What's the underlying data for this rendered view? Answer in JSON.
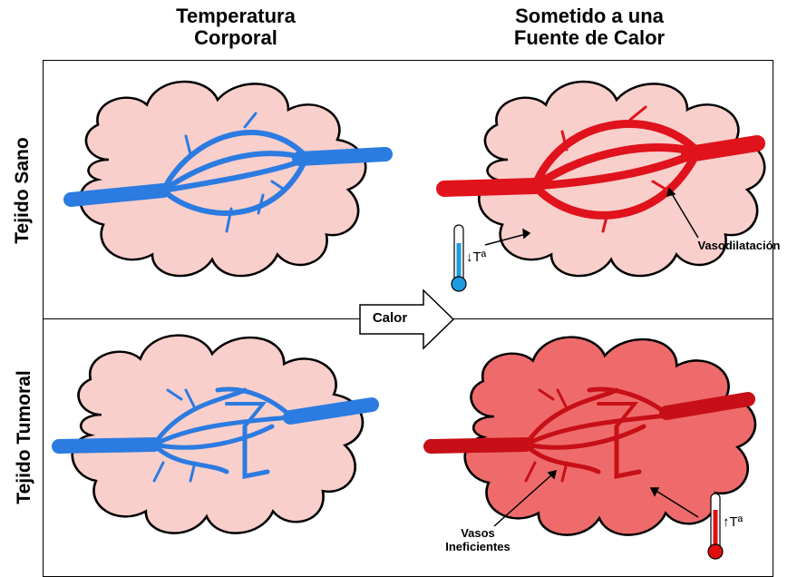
{
  "columns": {
    "left_title": "Temperatura\nCorporal",
    "right_title": "Sometido a una\nFuente de Calor"
  },
  "rows": {
    "top_title": "Tejido Sano",
    "bottom_title": "Tejido Tumoral"
  },
  "arrow_label": "Calor",
  "annotations": {
    "vasodilation": "Vasodilatación",
    "inefficient_vessels": "Vasos\nIneficientes",
    "temp_down": "↓Tª",
    "temp_up": "↑Tª"
  },
  "colors": {
    "tissue_light": "#f9cfcc",
    "tissue_tumor": "#ef6b6b",
    "vessel_blue": "#2b7be0",
    "vessel_red": "#e0121c",
    "vessel_red_dark": "#c70f17",
    "thermo_blue": "#1e9be0",
    "thermo_red": "#e01010"
  }
}
